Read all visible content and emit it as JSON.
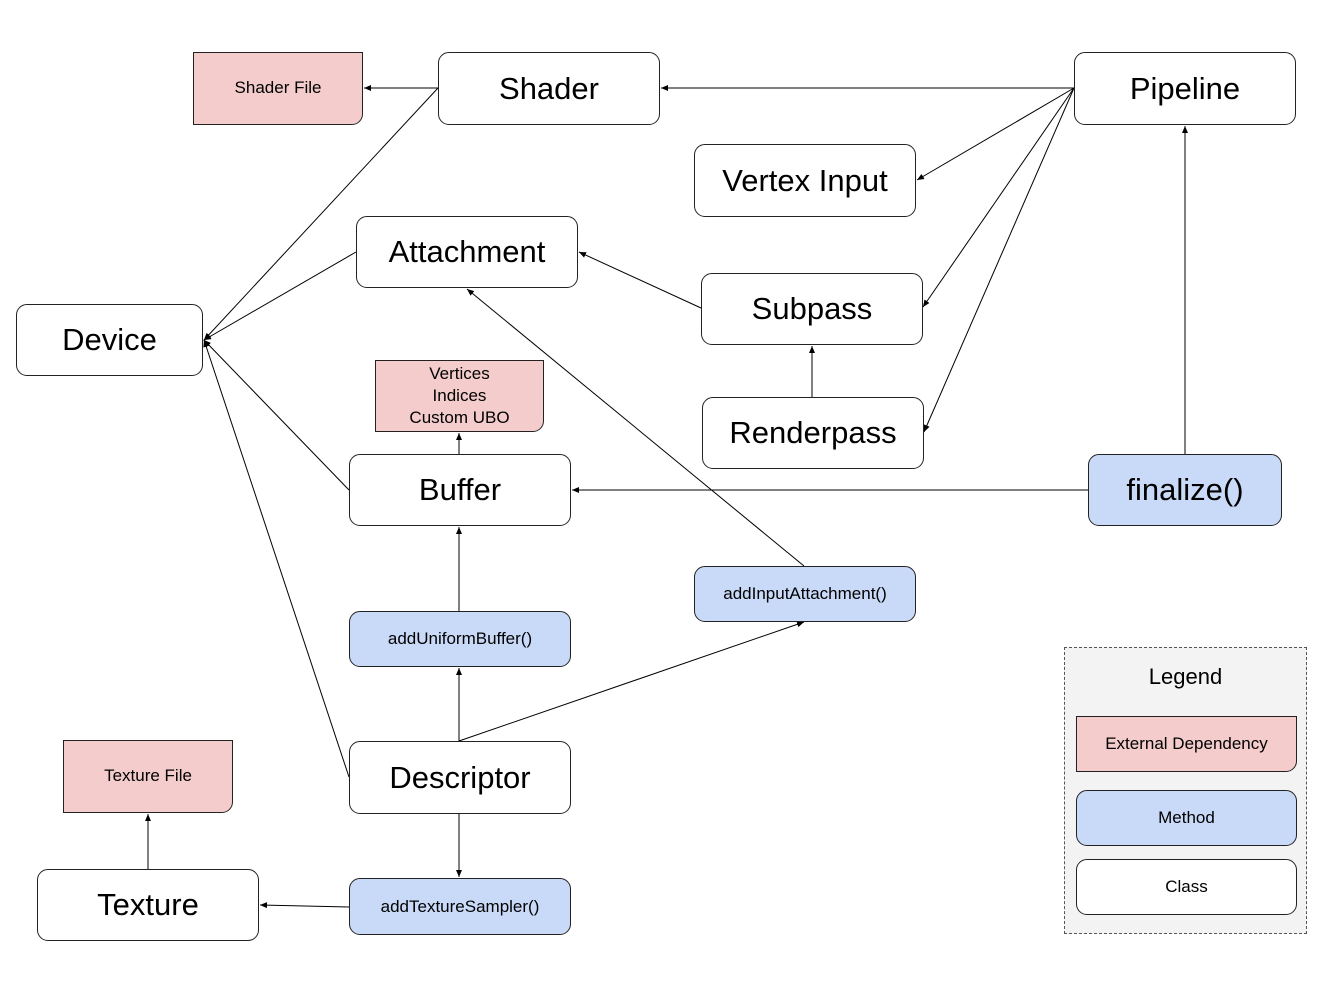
{
  "nodes": {
    "shader_file": "Shader File",
    "shader": "Shader",
    "pipeline": "Pipeline",
    "vertex_input": "Vertex Input",
    "attachment": "Attachment",
    "subpass": "Subpass",
    "device": "Device",
    "vertices": "Vertices\nIndices\nCustom UBO",
    "renderpass": "Renderpass",
    "buffer": "Buffer",
    "finalize": "finalize()",
    "add_input_attachment": "addInputAttachment()",
    "add_uniform_buffer": "addUniformBuffer()",
    "texture_file": "Texture File",
    "descriptor": "Descriptor",
    "texture": "Texture",
    "add_texture_sampler": "addTextureSampler()"
  },
  "legend": {
    "title": "Legend",
    "external": "External Dependency",
    "method": "Method",
    "class": "Class"
  },
  "colors": {
    "external": "#f4cccc",
    "method": "#c9daf8",
    "class": "#ffffff",
    "legend_bg": "#f3f3f3"
  }
}
